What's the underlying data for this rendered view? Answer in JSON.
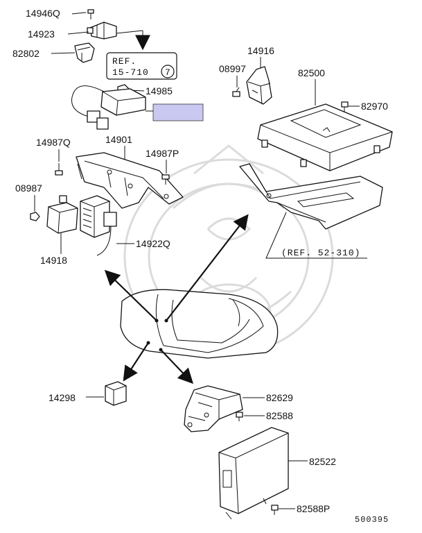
{
  "diagram": {
    "parts": {
      "p14946Q": "14946Q",
      "p14923": "14923",
      "p82802": "82802",
      "p14985": "14985",
      "p14987Q": "14987Q",
      "p14901": "14901",
      "p14987P": "14987P",
      "p08987": "08987",
      "p14918": "14918",
      "p14922Q": "14922Q",
      "p14916": "14916",
      "p08997": "08997",
      "p82500": "82500",
      "p82970": "82970",
      "p14298": "14298",
      "p82629": "82629",
      "p82588": "82588",
      "p82522": "82522",
      "p82588P": "82588P"
    },
    "ref_box": {
      "line1": "REF.",
      "line2": "15-710",
      "circle_num": "7"
    },
    "ref_bracket": "(REF. 52-310)",
    "diagram_id": "500395",
    "highlight_color": "#c8c8f0"
  }
}
